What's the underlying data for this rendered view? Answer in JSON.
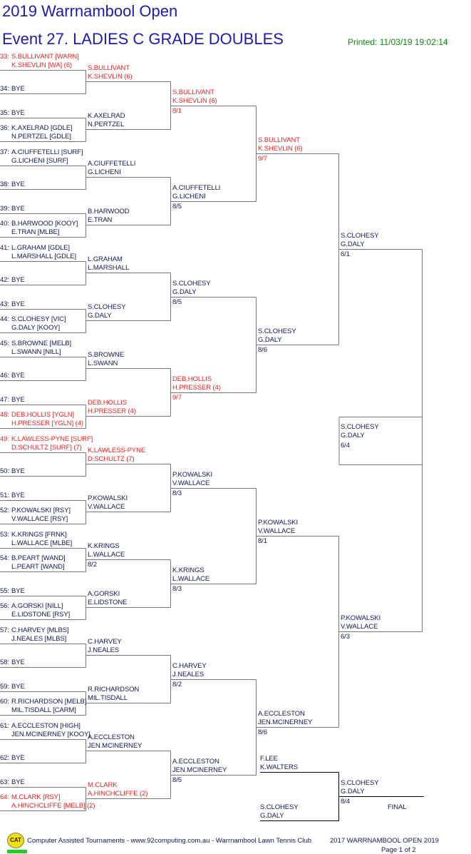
{
  "header": {
    "tournament": "2019 Warrnambool Open",
    "event": "Event 27. LADIES C GRADE DOUBLES",
    "printed": "Printed: 11/03/19 19:02:14"
  },
  "colors": {
    "title": "#1c1ca8",
    "printed": "#0a8a0a",
    "seed_red": "#ee2222",
    "name": "#101850"
  },
  "round1": [
    {
      "no": "33:",
      "lines": [
        "S.BULLIVANT [WARN]",
        "K.SHEVLIN [WA] (6)"
      ],
      "red": true
    },
    {
      "no": "34:",
      "lines": [
        "BYE"
      ]
    },
    {
      "no": "35:",
      "lines": [
        "BYE"
      ]
    },
    {
      "no": "36:",
      "lines": [
        "K.AXELRAD [GDLE]",
        "N.PERTZEL [GDLE]"
      ]
    },
    {
      "no": "37:",
      "lines": [
        "A.CIUFFETELLI [SURF]",
        "G.LICHENI [SURF]"
      ]
    },
    {
      "no": "38:",
      "lines": [
        "BYE"
      ]
    },
    {
      "no": "39:",
      "lines": [
        "BYE"
      ]
    },
    {
      "no": "40:",
      "lines": [
        "B.HARWOOD [KOOY]",
        "E.TRAN [MLBE]"
      ]
    },
    {
      "no": "41:",
      "lines": [
        "L.GRAHAM [GDLE]",
        "L.MARSHALL [GDLE]"
      ]
    },
    {
      "no": "42:",
      "lines": [
        "BYE"
      ]
    },
    {
      "no": "43:",
      "lines": [
        "BYE"
      ]
    },
    {
      "no": "44:",
      "lines": [
        "S.CLOHESY [VIC]",
        "G.DALY [KOOY]"
      ]
    },
    {
      "no": "45:",
      "lines": [
        "S.BROWNE [MELB]",
        "L.SWANN [NILL]"
      ]
    },
    {
      "no": "46:",
      "lines": [
        "BYE"
      ]
    },
    {
      "no": "47:",
      "lines": [
        "BYE"
      ]
    },
    {
      "no": "48:",
      "lines": [
        "DEB.HOLLIS [YGLN]",
        "H.PRESSER [YGLN] (4)"
      ],
      "red": true
    },
    {
      "no": "49:",
      "lines": [
        "K.LAWLESS-PYNE [SURF]",
        "D.SCHULTZ [SURF] (7)"
      ],
      "red": true
    },
    {
      "no": "50:",
      "lines": [
        "BYE"
      ]
    },
    {
      "no": "51:",
      "lines": [
        "BYE"
      ]
    },
    {
      "no": "52:",
      "lines": [
        "P.KOWALSKI [RSY]",
        "V.WALLACE [RSY]"
      ]
    },
    {
      "no": "53:",
      "lines": [
        "K.KRINGS [FRNK]",
        "L.WALLACE [MLBE]"
      ]
    },
    {
      "no": "54:",
      "lines": [
        "B.PEART [WAND]",
        "L.PEART [WAND]"
      ]
    },
    {
      "no": "55:",
      "lines": [
        "BYE"
      ]
    },
    {
      "no": "56:",
      "lines": [
        "A.GORSKI [NILL]",
        "E.LIDSTONE [RSY]"
      ]
    },
    {
      "no": "57:",
      "lines": [
        "C.HARVEY [MLBS]",
        "J.NEALES [MLBS]"
      ]
    },
    {
      "no": "58:",
      "lines": [
        "BYE"
      ]
    },
    {
      "no": "59:",
      "lines": [
        "BYE"
      ]
    },
    {
      "no": "60:",
      "lines": [
        "R.RICHARDSON [MELB]",
        "MIL.TISDALL [CARM]"
      ]
    },
    {
      "no": "61:",
      "lines": [
        "A.ECCLESTON [HIGH]",
        "JEN.MCINERNEY [KOOY]"
      ]
    },
    {
      "no": "62:",
      "lines": [
        "BYE"
      ]
    },
    {
      "no": "63:",
      "lines": [
        "BYE"
      ]
    },
    {
      "no": "64:",
      "lines": [
        "M.CLARK [RSY]",
        "A.HINCHCLIFFE [MELB] (2)"
      ],
      "red": true
    }
  ],
  "round2": [
    {
      "lines": [
        "S.BULLIVANT",
        "K.SHEVLIN (6)"
      ],
      "red": true
    },
    {
      "lines": [
        "K.AXELRAD",
        "N.PERTZEL"
      ]
    },
    {
      "lines": [
        "A.CIUFFETELLI",
        "G.LICHENI"
      ]
    },
    {
      "lines": [
        "B.HARWOOD",
        "E.TRAN"
      ]
    },
    {
      "lines": [
        "L.GRAHAM",
        "L.MARSHALL"
      ]
    },
    {
      "lines": [
        "S.CLOHESY",
        "G.DALY"
      ]
    },
    {
      "lines": [
        "S.BROWNE",
        "L.SWANN"
      ]
    },
    {
      "lines": [
        "DEB.HOLLIS",
        "H.PRESSER (4)"
      ],
      "red": true
    },
    {
      "lines": [
        "K.LAWLESS-PYNE",
        "D.SCHULTZ (7)"
      ],
      "red": true
    },
    {
      "lines": [
        "P.KOWALSKI",
        "V.WALLACE"
      ]
    },
    {
      "lines": [
        "K.KRINGS",
        "L.WALLACE"
      ],
      "score": "8/2"
    },
    {
      "lines": [
        "A.GORSKI",
        "E.LIDSTONE"
      ]
    },
    {
      "lines": [
        "C.HARVEY",
        "J.NEALES"
      ]
    },
    {
      "lines": [
        "R.RICHARDSON",
        "MIL.TISDALL"
      ]
    },
    {
      "lines": [
        "A.ECCLESTON",
        "JEN.MCINERNEY"
      ]
    },
    {
      "lines": [
        "M.CLARK",
        "A.HINCHCLIFFE (2)"
      ],
      "red": true
    }
  ],
  "round3": [
    {
      "lines": [
        "S.BULLIVANT",
        "K.SHEVLIN (6)"
      ],
      "score": "8/1",
      "red": true
    },
    {
      "lines": [
        "A.CIUFFETELLI",
        "G.LICHENI"
      ],
      "score": "8/5"
    },
    {
      "lines": [
        "S.CLOHESY",
        "G.DALY"
      ],
      "score": "8/5"
    },
    {
      "lines": [
        "DEB.HOLLIS",
        "H.PRESSER (4)"
      ],
      "score": "9/7",
      "red": true
    },
    {
      "lines": [
        "P.KOWALSKI",
        "V.WALLACE"
      ],
      "score": "8/3"
    },
    {
      "lines": [
        "K.KRINGS",
        "L.WALLACE"
      ],
      "score": "8/3"
    },
    {
      "lines": [
        "C.HARVEY",
        "J.NEALES"
      ],
      "score": "8/2"
    },
    {
      "lines": [
        "A.ECCLESTON",
        "JEN.MCINERNEY"
      ],
      "score": "8/5"
    }
  ],
  "round4": [
    {
      "lines": [
        "S.BULLIVANT",
        "K.SHEVLIN (6)"
      ],
      "score": "9/7",
      "red": true
    },
    {
      "lines": [
        "S.CLOHESY",
        "G.DALY"
      ],
      "score": "8/6"
    },
    {
      "lines": [
        "P.KOWALSKI",
        "V.WALLACE"
      ],
      "score": "8/1"
    },
    {
      "lines": [
        "A.ECCLESTON",
        "JEN.MCINERNEY"
      ],
      "score": "8/6"
    }
  ],
  "round5": [
    {
      "lines": [
        "S.CLOHESY",
        "G.DALY"
      ],
      "score": "6/1"
    },
    {
      "lines": [
        "P.KOWALSKI",
        "V.WALLACE"
      ],
      "score": "6/3"
    }
  ],
  "round5_winner": {
    "lines": [
      "S.CLOHESY",
      "G.DALY"
    ],
    "score": "6/4"
  },
  "final": {
    "top": {
      "lines": [
        "F.LEE",
        "K.WALTERS"
      ]
    },
    "bottom": {
      "lines": [
        "S.CLOHESY",
        "G.DALY"
      ]
    },
    "winner": {
      "lines": [
        "S.CLOHESY",
        "G.DALY"
      ],
      "score": "8/4"
    },
    "label": "FINAL"
  },
  "footer": {
    "logo": "CAT",
    "credit": "Computer Assisted Tournaments - www.92computing.com.au -  Warrnambool Lawn Tennis Club",
    "event": "2017 WARRNAMBOOL OPEN 2019",
    "page": "Page 1 of 2"
  }
}
